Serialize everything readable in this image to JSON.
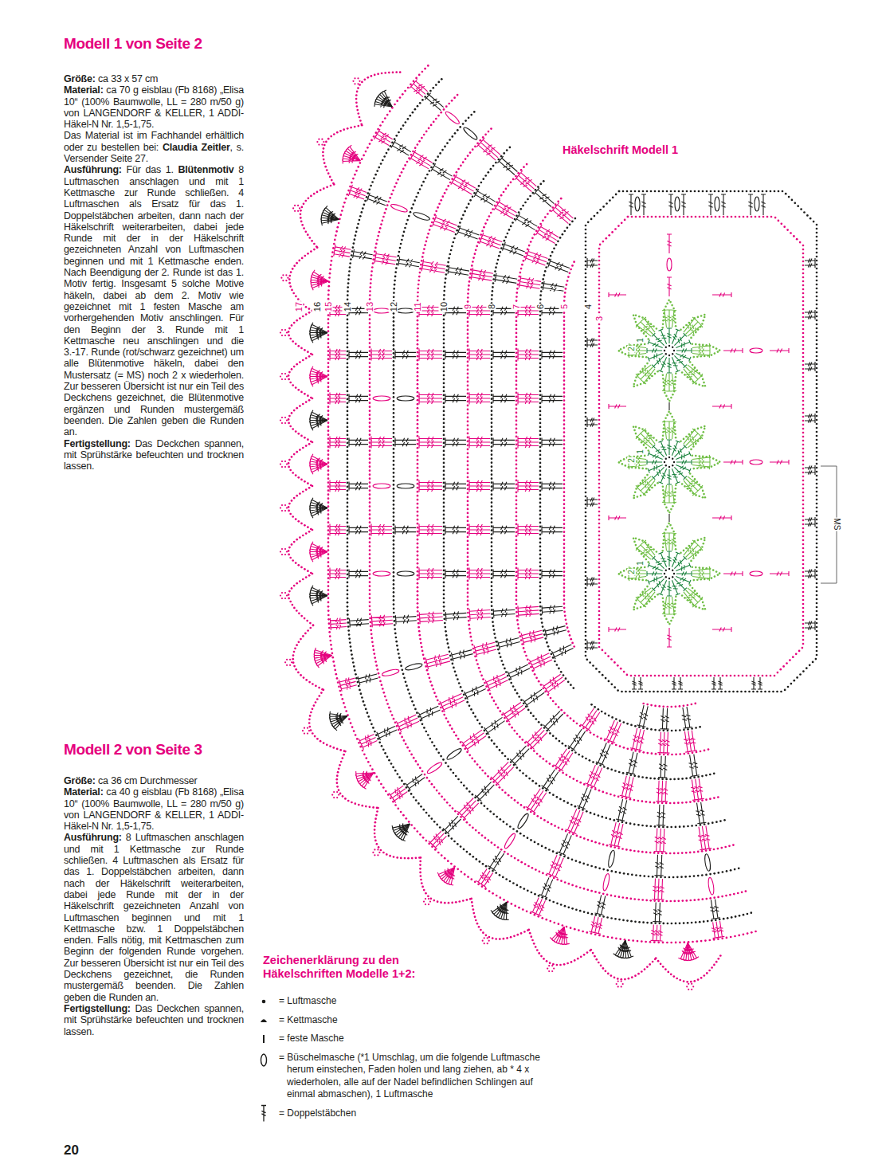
{
  "diagram": {
    "title": "Häkelschrift Modell 1",
    "labels": [
      "Modell 1 von Seite 2",
      "Größe:",
      "ca 33 x 57 cm",
      "Material:",
      "ca 70 g eisblau (Fb 8168) „Elisa 10“ (100% Baumwolle, LL = 280 m/50 g) von LANGENDORF & KELLER, 1 ADDI-Häkel-N Nr. 1,5-1,75.",
      "Das Material ist im Fachhandel erhältlich oder zu bestellen bei:",
      "Claudia Zeitler",
      ", s. Versender Seite 27.",
      "Ausführung:",
      "Für das 1.",
      "Blütenmotiv",
      "8 Luftmaschen anschlagen und mit 1 Kettmasche zur Runde schließen. 4 Luftmaschen als Ersatz für das 1. Doppelstäbchen arbeiten, dann nach der Häkelschrift weiterarbeiten, dabei jede Runde mit der in der Häkelschrift gezeichneten Anzahl von Luftmaschen beginnen und mit 1 Kettmasche enden. Nach Beendigung der 2. Runde ist das 1. Motiv fertig. Insgesamt 5 solche Motive häkeln, dabei ab dem 2. Motiv wie gezeichnet mit 1 festen Masche am vorhergehenden Motiv anschlingen. Für den Beginn der 3. Runde mit 1 Kettmasche neu anschlingen und die 3.-17. Runde (rot/schwarz gezeichnet) um alle Blütenmotive häkeln, dabei den Mustersatz (= MS) noch 2 x wiederholen. Zur besseren Übersicht ist nur ein Teil des Deckchens gezeichnet, die Blütenmotive ergänzen und Runden mustergemäß beenden. Die Zahlen geben die Runden an.",
      "Fertigstellung:",
      "Das Deckchen spannen, mit Sprühstärke befeuchten und trocknen lassen.",
      "Modell 2 von Seite 3",
      "Größe:",
      "ca 36 cm Durchmesser",
      "Material:",
      "ca 40 g eisblau (Fb 8168) „Elisa 10“ (100% Baumwolle, LL = 280 m/50 g) von LANGENDORF & KELLER, 1 ADDI-Häkel-N Nr. 1,5-1,75.",
      "Ausführung:",
      "8 Luftmaschen anschlagen und mit 1 Kettmasche zur Runde schließen. 4 Luftmaschen als Ersatz für das 1. Doppelstäbchen arbeiten, dann nach der Häkelschrift weiterarbeiten, dabei jede Runde mit der in der Häkelschrift gezeichneten Anzahl von Luftmaschen beginnen und mit 1 Kettmasche bzw. 1 Doppelstäbchen enden. Falls nötig, mit Kettmaschen zum Beginn der folgenden Runde vorgehen. Zur besseren Übersicht ist nur ein Teil des Deckchens gezeichnet, die Runden mustergemäß beenden. Die Zahlen geben die Runden an.",
      "Fertigstellung:",
      "Das Deckchen spannen, mit Sprühstärke befeuchten und trocknen lassen.",
      "Zeichenerklärung zu den Häkelschriften Modelle 1+2:",
      "20",
      "17",
      "16",
      "15",
      "14",
      "13",
      "12",
      "11",
      "10",
      "9",
      "8",
      "7",
      "6",
      "5",
      "4",
      "3",
      "2",
      "1",
      "2",
      "1",
      "2",
      "1",
      "MS"
    ],
    "legend": [
      {
        "text": "= Luftmasche"
      },
      {
        "text": "= Kettmasche"
      },
      {
        "text": "= feste Masche"
      },
      {
        "text": "= Büschelmasche (*1 Umschlag, um die folgende Luftmasche herum einstechen, Faden holen und lang ziehen, ab * 4 x wiederholen, alle auf der Nadel befindlichen Schlingen auf einmal abmaschen), 1 Luftmasche"
      },
      {
        "text": "= Doppelstäbchen"
      }
    ]
  }
}
